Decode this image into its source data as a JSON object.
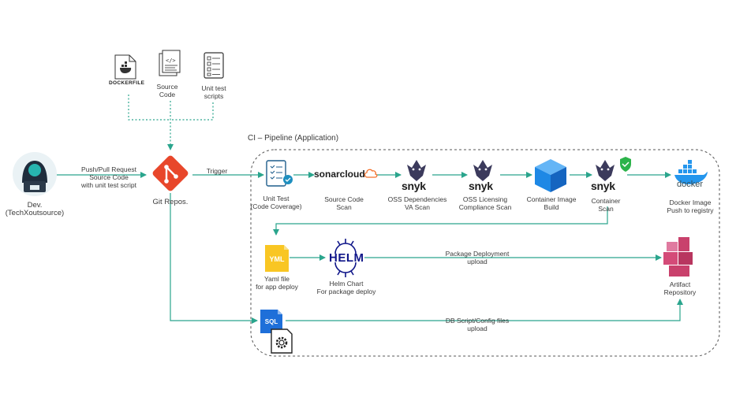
{
  "pipeline_title": "CI – Pipeline (Application)",
  "inputs": {
    "dockerfile": "DOCKERFILE",
    "source_code": "Source\nCode",
    "unit_test_scripts": "Unit test\nscripts"
  },
  "developer": "Dev.\n(TechXoutsource)",
  "git_repo": "Git Repos.",
  "edges": {
    "push_pull": "Push/Pull Request\nSource Code\nwith unit test script",
    "trigger": "Trigger",
    "package_deployment": "Package Deployment\nupload",
    "db_script": "DB Script/Config files\nupload"
  },
  "stages": {
    "unit_test": "Unit Test\n(Code Coverage)",
    "source_code_scan": "Source Code\nScan",
    "oss_dependencies": "OSS Dependencies\nVA Scan",
    "oss_licensing": "OSS Licensing\nCompliance Scan",
    "container_build": "Container Image\nBuild",
    "container_scan": "Container\nScan",
    "docker_push": "Docker Image\nPush to registry",
    "yaml_file": "Yaml file\nfor app deploy",
    "helm_chart": "Helm Chart\nFor package deploy",
    "artifact_repo": "Artifact\nRepository"
  },
  "brands": {
    "sonarcloud": "sonarcloud",
    "snyk": "snyk",
    "docker": "docker",
    "helm": "HELM",
    "yml": "YML",
    "sql": "SQL"
  },
  "colors": {
    "arrow": "#2aa58d",
    "dotted_input": "#2aa58d",
    "git": "#e8472b",
    "pipeline_border": "#555555",
    "container_blue": "#2196f3",
    "artifact_pink": "#d44b78",
    "yaml_yellow": "#f9c623",
    "helm_blue": "#0f1689",
    "snyk_dark": "#3b3a5c",
    "developer_teal": "#27b5b0"
  },
  "icons": [
    "dockerfile-icon",
    "source-code-icon",
    "unit-test-scripts-icon",
    "developer-icon",
    "git-icon",
    "unit-test-icon",
    "sonarcloud-icon",
    "snyk-icon",
    "container-cube-icon",
    "shield-check-icon",
    "docker-whale-icon",
    "yaml-file-icon",
    "helm-icon",
    "sql-file-icon",
    "gear-icon",
    "artifact-repository-icon"
  ]
}
